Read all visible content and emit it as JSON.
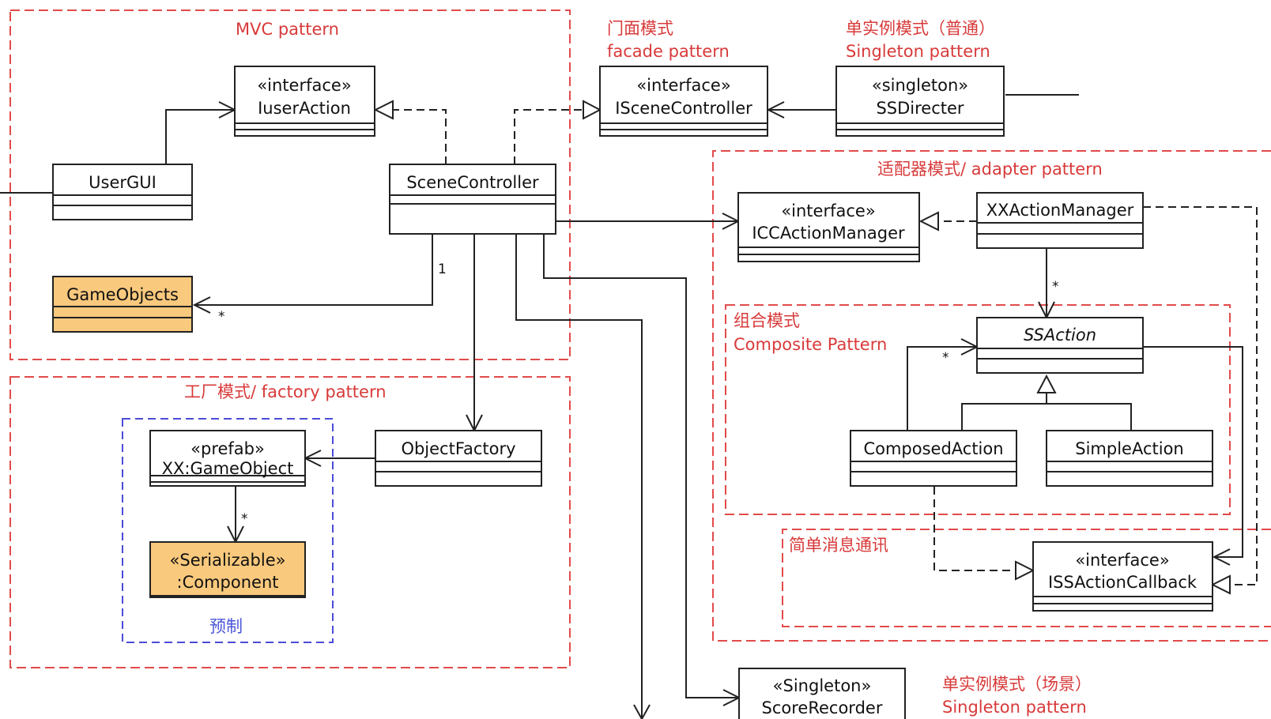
{
  "groups": {
    "mvc": "MVC pattern",
    "facade_cn": "门面模式",
    "facade_en": "facade pattern",
    "singleton_cn": "单实例模式（普通）",
    "singleton_en": "Singleton pattern",
    "adapter": "适配器模式/ adapter pattern",
    "composite_cn": "组合模式",
    "composite_en": "Composite Pattern",
    "factory": "工厂模式/ factory pattern",
    "prefab_group": "预制",
    "message": "简单消息通讯",
    "singleton_scene_cn": "单实例模式（场景）",
    "singleton_scene_en": "Singleton pattern"
  },
  "classes": {
    "iuseraction": {
      "stereotype": "«interface»",
      "name": "IuserAction"
    },
    "iscenecontroller": {
      "stereotype": "«interface»",
      "name": "ISceneController"
    },
    "ssdirecter": {
      "stereotype": "«singleton»",
      "name": "SSDirecter"
    },
    "usergui": {
      "name": "UserGUI"
    },
    "scenecontroller": {
      "name": "SceneController"
    },
    "iccactionmanager": {
      "stereotype": "«interface»",
      "name": "ICCActionManager"
    },
    "xxactionmanager": {
      "name": "XXActionManager"
    },
    "gameobjects": {
      "name": "GameObjects"
    },
    "ssaction": {
      "name": "SSAction"
    },
    "composedaction": {
      "name": "ComposedAction"
    },
    "simpleaction": {
      "name": "SimpleAction"
    },
    "prefab": {
      "stereotype": "«prefab»",
      "name": "XX:GameObject"
    },
    "objectfactory": {
      "name": "ObjectFactory"
    },
    "component": {
      "stereotype": "«Serializable»",
      "name": ":Component"
    },
    "issactioncallback": {
      "stereotype": "«interface»",
      "name": "ISSActionCallback"
    },
    "scorerecorder": {
      "stereotype": "«Singleton»",
      "name": "ScoreRecorder"
    }
  },
  "multiplicities": {
    "scene_to_gameobjects_one": "1",
    "scene_to_gameobjects_many": "*",
    "manager_to_ssaction": "*",
    "composed_to_ssaction": "*",
    "prefab_to_component": "*"
  },
  "colors": {
    "frame_red": "#e24a4a",
    "frame_blue": "#4b4bd8",
    "highlight": "#f9c97d"
  }
}
